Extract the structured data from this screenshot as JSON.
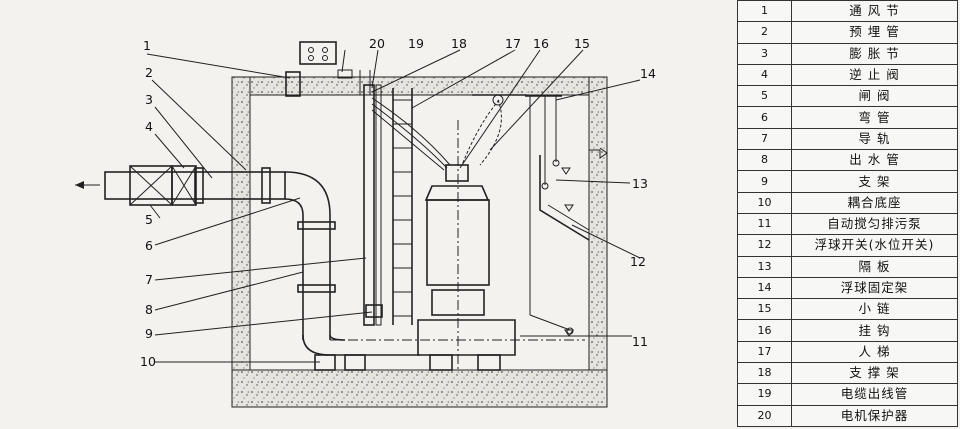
{
  "callouts": [
    {
      "num": "1"
    },
    {
      "num": "2"
    },
    {
      "num": "3"
    },
    {
      "num": "4"
    },
    {
      "num": "5"
    },
    {
      "num": "6"
    },
    {
      "num": "7"
    },
    {
      "num": "8"
    },
    {
      "num": "9"
    },
    {
      "num": "10"
    },
    {
      "num": "11"
    },
    {
      "num": "12"
    },
    {
      "num": "13"
    },
    {
      "num": "14"
    },
    {
      "num": "15"
    },
    {
      "num": "16"
    },
    {
      "num": "17"
    },
    {
      "num": "18"
    },
    {
      "num": "19"
    },
    {
      "num": "20"
    }
  ],
  "legend": [
    {
      "num": "1",
      "name": "通 风 节"
    },
    {
      "num": "2",
      "name": "预 埋 管"
    },
    {
      "num": "3",
      "name": "膨 胀 节"
    },
    {
      "num": "4",
      "name": "逆 止 阀"
    },
    {
      "num": "5",
      "name": "闸 阀"
    },
    {
      "num": "6",
      "name": "弯 管"
    },
    {
      "num": "7",
      "name": "导 轨"
    },
    {
      "num": "8",
      "name": "出 水 管"
    },
    {
      "num": "9",
      "name": "支 架"
    },
    {
      "num": "10",
      "name": "耦合底座"
    },
    {
      "num": "11",
      "name": "自动搅匀排污泵"
    },
    {
      "num": "12",
      "name": "浮球开关(水位开关)"
    },
    {
      "num": "13",
      "name": "隔 板"
    },
    {
      "num": "14",
      "name": "浮球固定架"
    },
    {
      "num": "15",
      "name": "小 链"
    },
    {
      "num": "16",
      "name": "挂 钩"
    },
    {
      "num": "17",
      "name": "人 梯"
    },
    {
      "num": "18",
      "name": "支 撑 架"
    },
    {
      "num": "19",
      "name": "电缆出线管"
    },
    {
      "num": "20",
      "name": "电机保护器"
    }
  ]
}
